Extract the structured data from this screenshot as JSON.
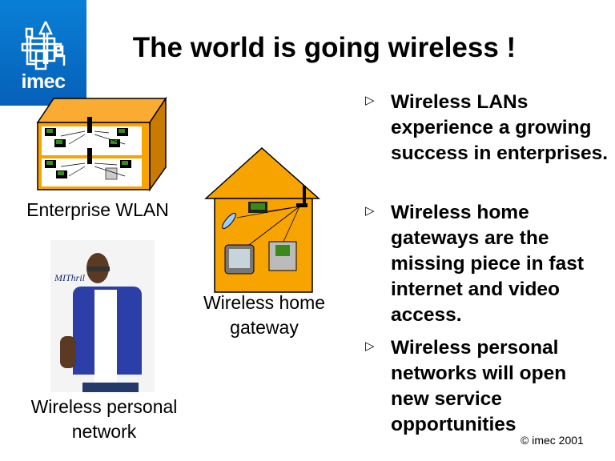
{
  "logo": {
    "text": "imec"
  },
  "title": "The world is going wireless !",
  "illustrations": {
    "enterprise_label": "Enterprise WLAN",
    "home_label_line1": "Wireless home",
    "home_label_line2": "gateway",
    "personal_label_line1": "Wireless personal",
    "personal_label_line2": "network",
    "photo_caption": "MIThril"
  },
  "bullets": [
    {
      "text": "Wireless LANs experience a growing success in enterprises."
    },
    {
      "text": "Wireless home gateways are the missing piece in fast internet and video access."
    },
    {
      "text": "Wireless personal networks will open new service opportunities"
    }
  ],
  "bullet_symbol": "▷",
  "footer": {
    "copyright": "© imec 2001"
  },
  "colors": {
    "logo_blue": "#0770c8",
    "orange": "#f7a300",
    "orange_dark": "#c97a00"
  }
}
